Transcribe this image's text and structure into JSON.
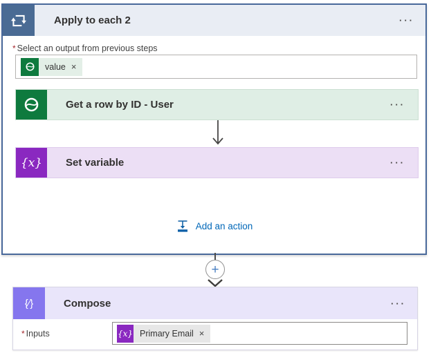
{
  "required_marker": "*",
  "scope": {
    "title": "Apply to each 2",
    "menu_label": "···",
    "output_field": {
      "label": "Select an output from previous steps",
      "token": {
        "label": "value",
        "remove_glyph": "×"
      }
    },
    "actions": [
      {
        "title": "Get a row by ID - User",
        "menu_label": "···"
      },
      {
        "title": "Set variable",
        "menu_label": "···",
        "icon_glyph": "{x}"
      }
    ],
    "add_action_label": "Add an action"
  },
  "connector": {
    "plus_glyph": "+"
  },
  "compose": {
    "title": "Compose",
    "menu_label": "···",
    "icon_glyph": "{∕}",
    "inputs_field": {
      "label": "Inputs",
      "token": {
        "badge_glyph": "{x}",
        "label": "Primary Email",
        "remove_glyph": "×"
      }
    }
  },
  "colors": {
    "scope_border": "#48689a",
    "scope_header_bg": "#e9edf4",
    "apply_icon_bg": "#4a6b94",
    "dataverse_green": "#0e7a3e",
    "green_card_bg": "#dfeee5",
    "variable_purple": "#8a28c0",
    "purple_card_bg": "#ecdff5",
    "compose_violet": "#8576ee",
    "compose_header_bg": "#e9e5fa",
    "link_blue": "#0067b8",
    "required_red": "#a4262c"
  }
}
